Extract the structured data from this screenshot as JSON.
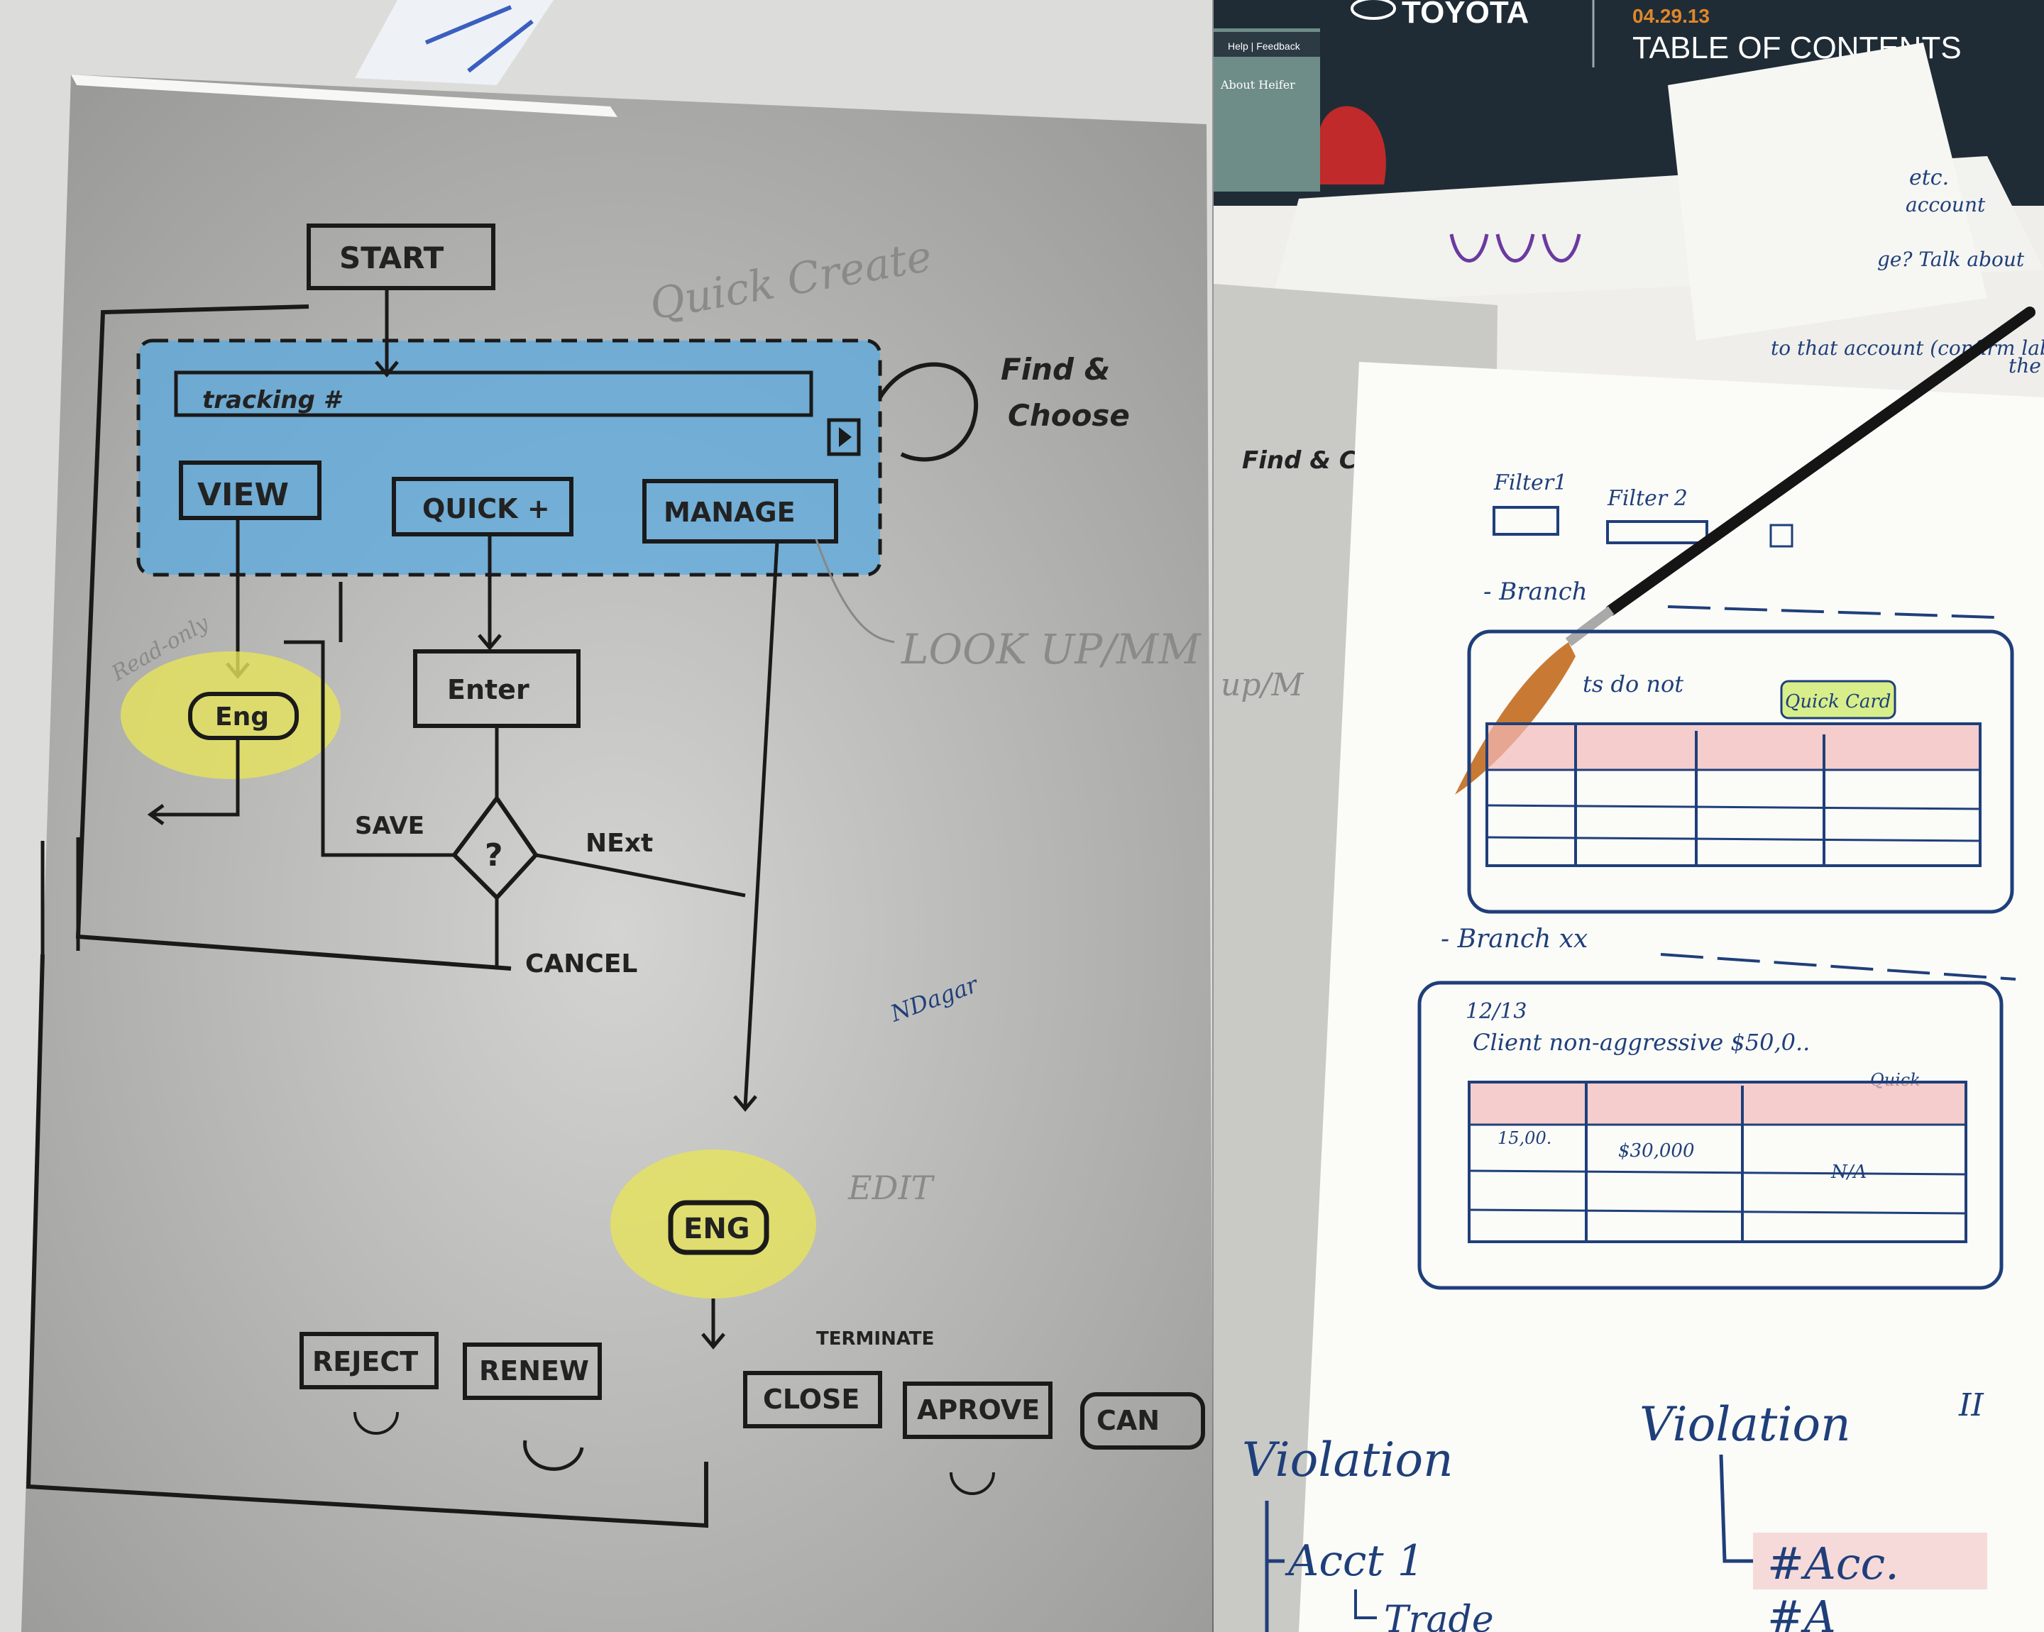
{
  "left_sketch": {
    "start": "START",
    "quick_create": "Quick Create",
    "find_choose": "Find & Choose",
    "tracking": "tracking #",
    "view": "VIEW",
    "quick_plus": "QUICK +",
    "manage": "MANAGE",
    "read_only": "Read-only",
    "eng_small": "Eng",
    "enter": "Enter",
    "decision": "?",
    "save": "SAVE",
    "next": "NExt",
    "cancel": "CANCEL",
    "lookup": "LOOK UP/MM",
    "signature": "NDagar",
    "edit": "EDIT",
    "eng_large": "ENG",
    "terminate": "TERMINATE",
    "reject": "REJECT",
    "renew": "RENEW",
    "close": "CLOSE",
    "aprove": "APROVE",
    "can": "CAN"
  },
  "right_sketch": {
    "toyota": "TOYOTA",
    "date": "04.29.13",
    "toc": "TABLE OF CONTENTS",
    "nav_links": "Help | Feedback",
    "about": "About Heifer",
    "note_etc": "etc.",
    "note_account": "account",
    "note_talk": "ge? Talk about",
    "note_confirm": "to that account (confirm label)",
    "note_the": "the",
    "find_choose": "Find & Choose",
    "up_m": "up/M",
    "filter1": "Filter1",
    "filter2": "Filter 2",
    "branch": "- Branch",
    "branch_xx": "- Branch xx",
    "partial_text": "ts do not",
    "quick_card": "Quick Card",
    "date_small": "12/13",
    "client_line": "Client non-aggressive $50,0..",
    "quick_small": "Quick",
    "cell1": "15,00.",
    "cell2": "$30,000",
    "cell3": "N/A",
    "roman": "II",
    "violation_left": "Violation",
    "violation_right": "Violation",
    "acct": "Acct 1",
    "trade": "Trade",
    "hash_acc": "#Acc.",
    "hash_a": "#A"
  }
}
